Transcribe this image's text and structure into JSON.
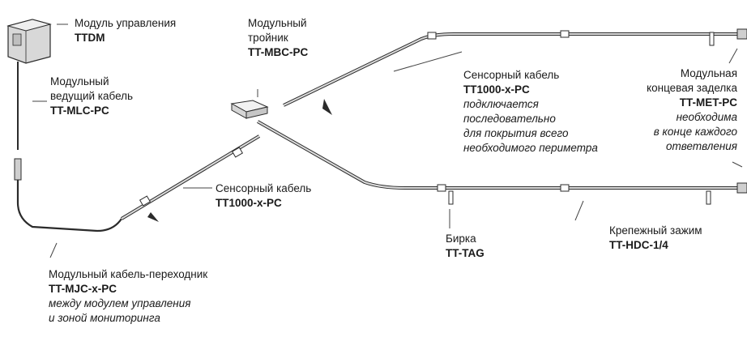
{
  "colors": {
    "cable": "#2b2b2b",
    "cable_fill": "#d9d9d9",
    "leader": "#444444",
    "device": "#e6e6e6"
  },
  "labels": {
    "control_module": {
      "title": "Модуль управления",
      "code": "TTDM"
    },
    "leader_cable": {
      "title1": "Модульный",
      "title2": "ведущий кабель",
      "code": "TT-MLC-PC"
    },
    "tee": {
      "title1": "Модульный",
      "title2": "тройник",
      "code": "TT-MBC-PC"
    },
    "sensor_cable_top": {
      "title": "Сенсорный кабель",
      "code": "TT1000-x-PC",
      "note1": "подключается",
      "note2": "последовательно",
      "note3": "для покрытия всего",
      "note4": "необходимого периметра"
    },
    "end_termination": {
      "title1": "Модульная",
      "title2": "концевая заделка",
      "code": "TT-MET-PC",
      "note1": "необходима",
      "note2": "в конце каждого",
      "note3": "ответвления"
    },
    "sensor_cable_bottom": {
      "title": "Сенсорный кабель",
      "code": "TT1000-x-PC"
    },
    "tag": {
      "title": "Бирка",
      "code": "TT-TAG"
    },
    "clamp": {
      "title": "Крепежный зажим",
      "code": "TT-HDC-1/4"
    },
    "jumper": {
      "title": "Модульный кабель-переходник",
      "code": "TT-MJC-x-PC",
      "note1": "между модулем управления",
      "note2": "и зоной мониторинга"
    }
  }
}
